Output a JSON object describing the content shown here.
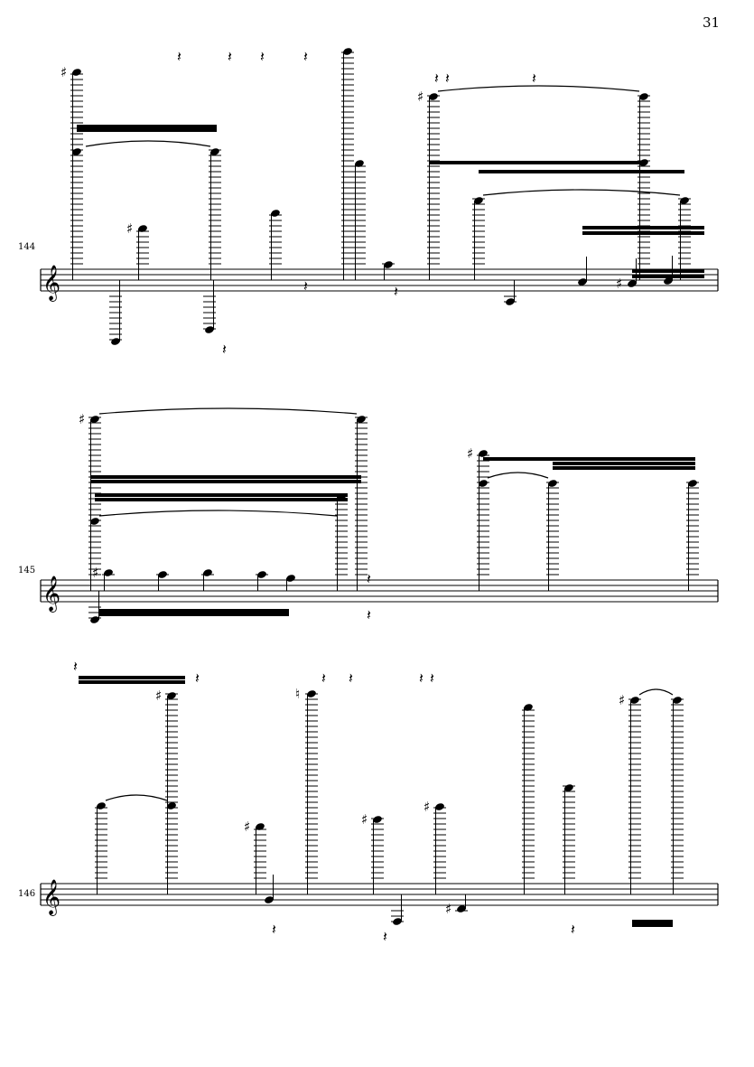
{
  "page": {
    "number": "31"
  },
  "systems": [
    {
      "measure_number": "144",
      "clef": "treble"
    },
    {
      "measure_number": "145",
      "clef": "treble"
    },
    {
      "measure_number": "146",
      "clef": "treble"
    }
  ],
  "symbols": {
    "sharp": "♯",
    "natural": "♮",
    "rest": "𝄽",
    "clef": "𝄞"
  },
  "colors": {
    "ink": "#000000",
    "paper": "#ffffff"
  }
}
